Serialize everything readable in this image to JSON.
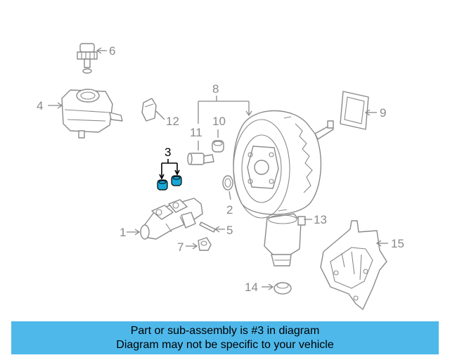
{
  "diagram": {
    "callouts": {
      "c1": "1",
      "c2": "2",
      "c3": "3",
      "c4": "4",
      "c5": "5",
      "c6": "6",
      "c7": "7",
      "c8": "8",
      "c9": "9",
      "c10": "10",
      "c11": "11",
      "c12": "12",
      "c13": "13",
      "c14": "14",
      "c15": "15"
    },
    "highlight_color": "#1aa7d6",
    "line_color": "#8a8a8a"
  },
  "banner": {
    "line1": "Part or sub-assembly is #3 in diagram",
    "line2": "Diagram may not be specific to your vehicle",
    "background": "#4fb8ea"
  }
}
